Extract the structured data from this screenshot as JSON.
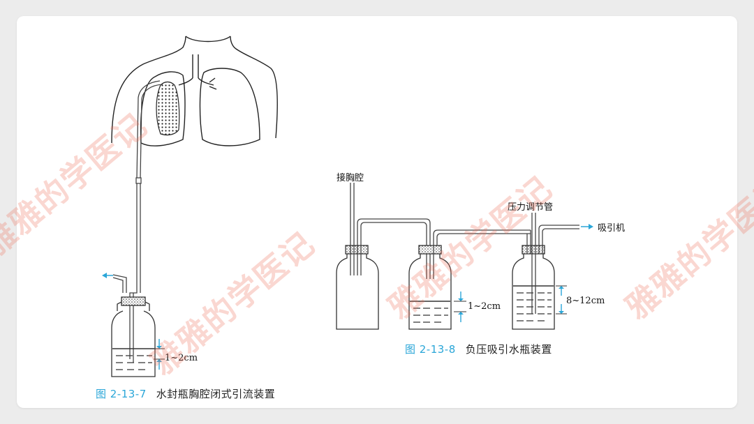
{
  "figure1": {
    "number": "图 2-13-7",
    "title": "水封瓶胸腔闭式引流装置",
    "level_label": "1~2cm"
  },
  "figure2": {
    "number": "图 2-13-8",
    "title": "负压吸引水瓶装置",
    "chest_label": "接胸腔",
    "regulator_label": "压力调节管",
    "suction_label": "吸引机",
    "level_label_1": "1~2cm",
    "level_label_2": "8~12cm"
  },
  "watermark": {
    "text": "雅雅的学医记"
  },
  "colors": {
    "accent": "#2aa6d8",
    "watermark": "#ec6e5a"
  }
}
